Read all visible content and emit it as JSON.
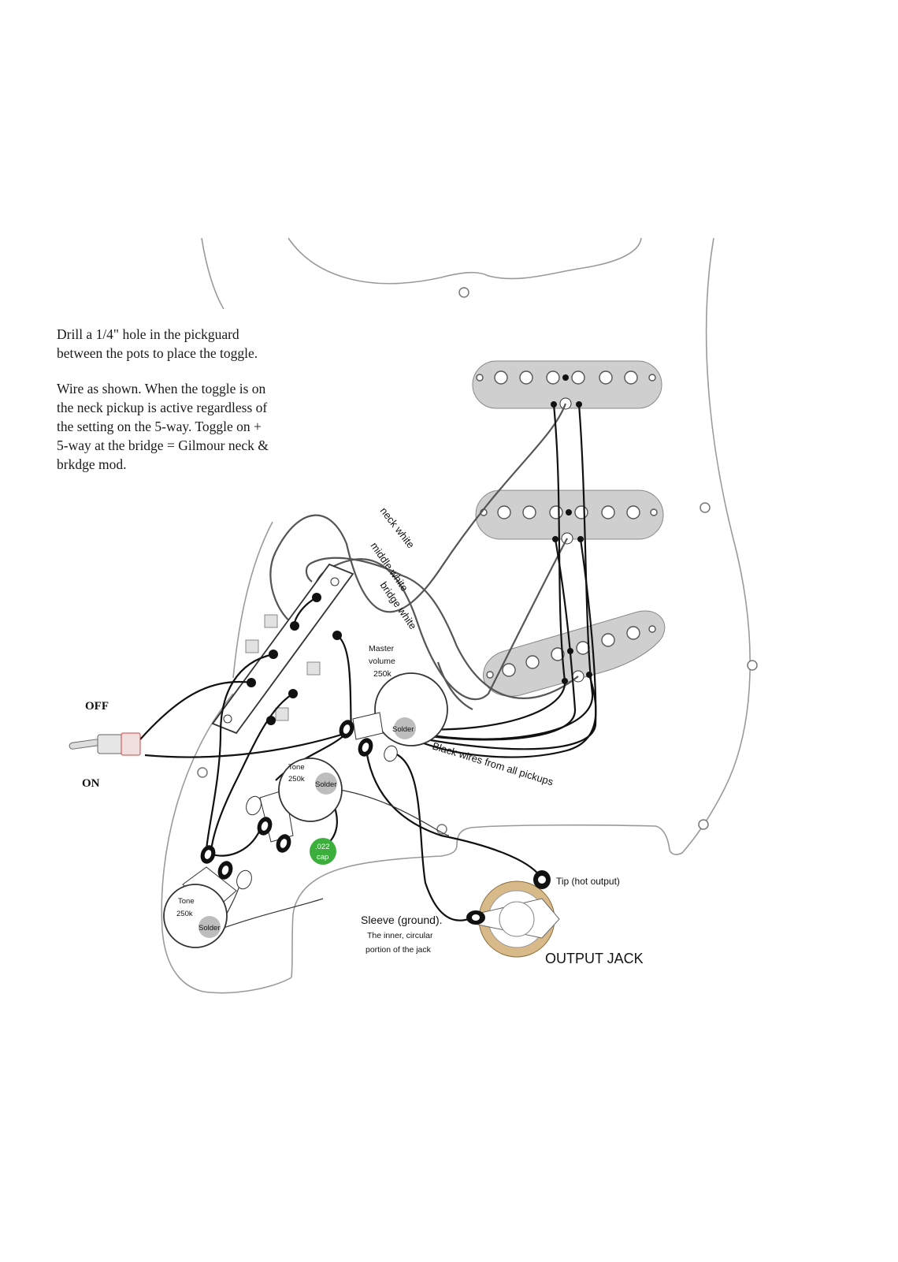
{
  "instructions": {
    "line1": "Drill a 1/4\" hole in the pickguard",
    "line2": "between the pots to place the toggle.",
    "line3": "Wire as shown. When the toggle is on",
    "line4": "the neck pickup is active regardless of",
    "line5": "the setting on the 5-way. Toggle on +",
    "line6": "5-way at the bridge = Gilmour neck &",
    "line7": "brkdge mod."
  },
  "toggle": {
    "off_label": "OFF",
    "on_label": "ON"
  },
  "wire_labels": {
    "neck": "neck white",
    "middle": "middle white",
    "bridge": "bridge white",
    "black": "Black wires from all pickups"
  },
  "pots": {
    "master": {
      "line1": "Master",
      "line2": "volume",
      "line3": "250k",
      "solder": "Solder"
    },
    "tone_upper": {
      "line1": "Tone",
      "line2": "250k",
      "solder": "Solder"
    },
    "tone_lower": {
      "line1": "Tone",
      "line2": "250k",
      "solder": "Solder"
    }
  },
  "capacitor": {
    "line1": ".022",
    "line2": "cap",
    "color": "#3cae3c"
  },
  "jack": {
    "tip": "Tip (hot output)",
    "sleeve_line1": "Sleeve (ground).",
    "sleeve_line2": "The inner, circular",
    "sleeve_line3": "portion of the jack",
    "title": "OUTPUT JACK",
    "ring_color": "#d8b98a"
  },
  "colors": {
    "pickup": "#cfcfcf",
    "pickguard_line": "#9a9a9a",
    "wire": "#111111",
    "grey_wire": "#555555"
  }
}
